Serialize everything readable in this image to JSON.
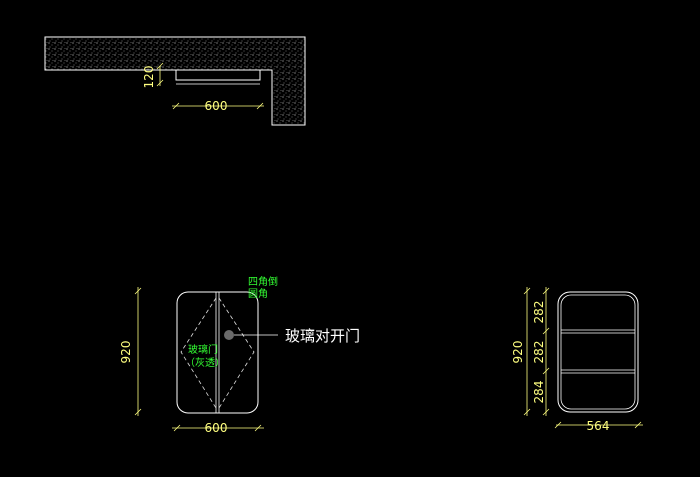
{
  "colors": {
    "background": "#000000",
    "outline": "#ffffff",
    "dimension": "#ffff80",
    "annotation_green": "#33ff33",
    "hatch": "#b0b0b0"
  },
  "plan_view": {
    "dim_depth": "120",
    "dim_width": "600"
  },
  "front_view": {
    "dim_height": "920",
    "dim_width": "600",
    "note_corner_line1": "四角倒",
    "note_corner_line2": "圆角",
    "note_glass_line1": "玻璃门",
    "note_glass_line2": "（灰透）",
    "callout": "玻璃对开门"
  },
  "side_view": {
    "dim_height": "920",
    "dim_top": "282",
    "dim_mid": "282",
    "dim_bottom": "284",
    "dim_width": "564"
  }
}
